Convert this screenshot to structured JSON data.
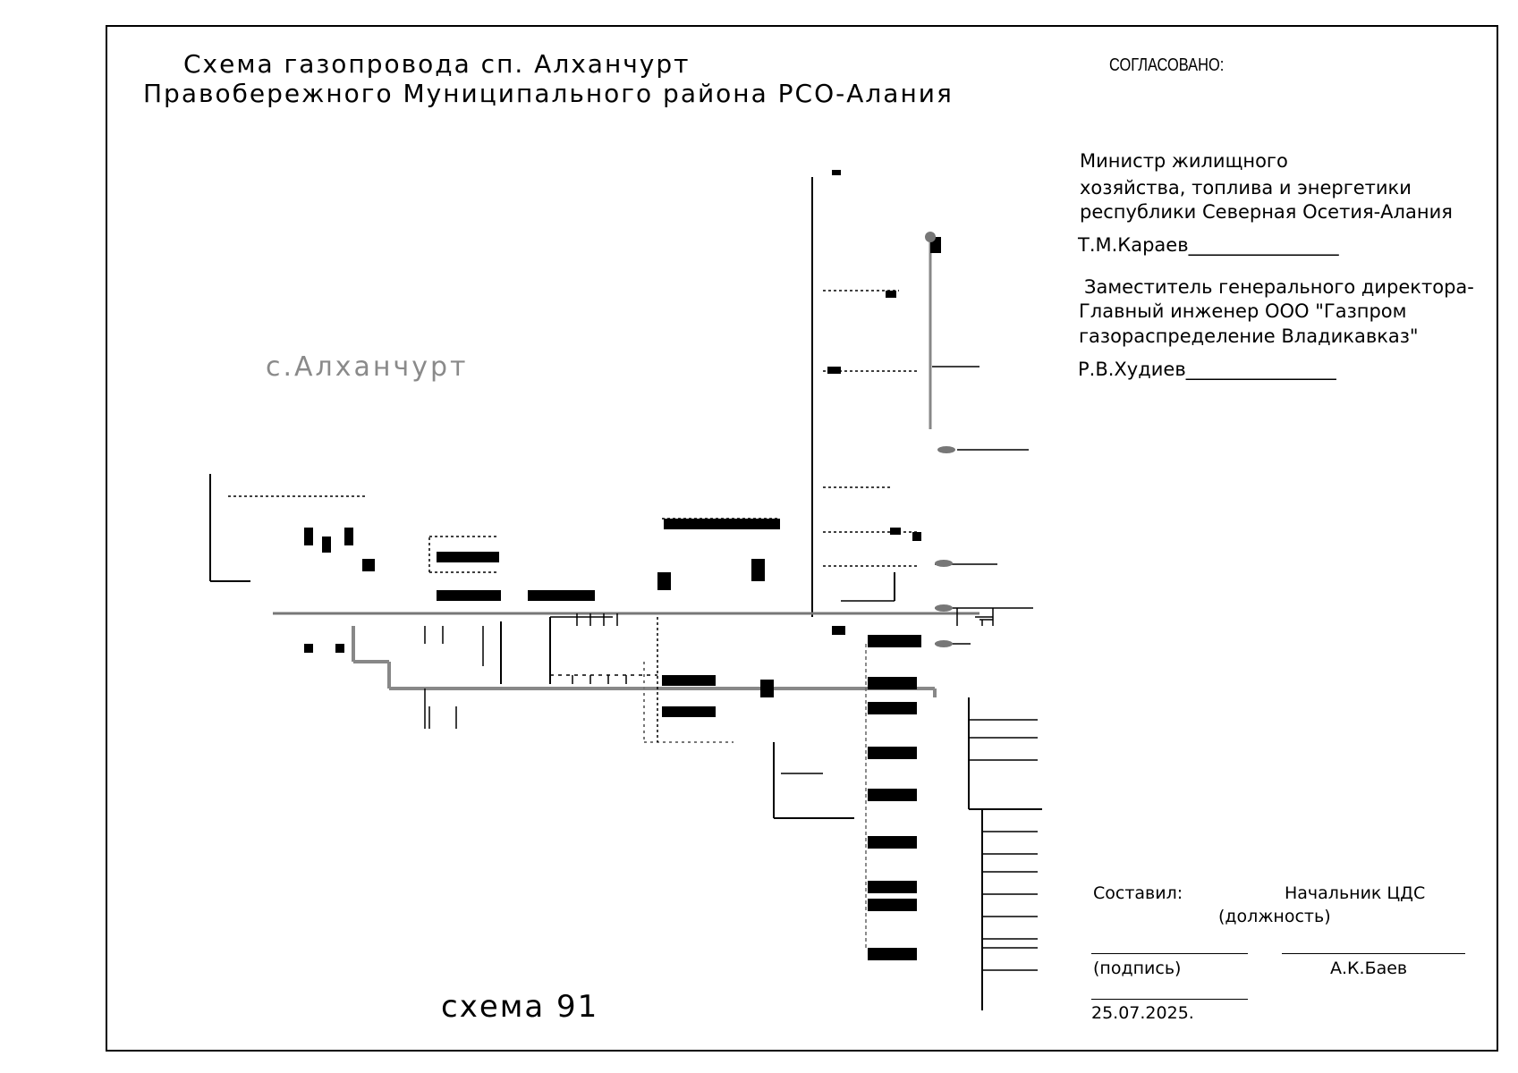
{
  "title": {
    "line1": "Схема газопровода сп. Алханчурт",
    "line2": "Правобережного Муниципального района РСО-Алания"
  },
  "village_label": "с.Алханчурт",
  "scheme_number": "схема 91",
  "approval": {
    "heading": "СОГЛАСОВАНО:",
    "block1": {
      "line1": "Министр жилищного",
      "line2": "хозяйства, топлива и энергетики",
      "line3": "республики Северная Осетия-Алания",
      "signature": "Т.М.Караев________________"
    },
    "block2": {
      "line1": "Заместитель генерального директора-",
      "line2": "Главный инженер ООО \"Газпром",
      "line3": "газораспределение Владикавказ\"",
      "signature": "Р.В.Худиев________________"
    }
  },
  "stamp": {
    "compiled_label": "Составил:",
    "position_value": "Начальник ЦДС",
    "position_caption": "(должность)",
    "signature_caption": "(подпись)",
    "name": "А.К.Баев",
    "date": "25.07.2025."
  }
}
